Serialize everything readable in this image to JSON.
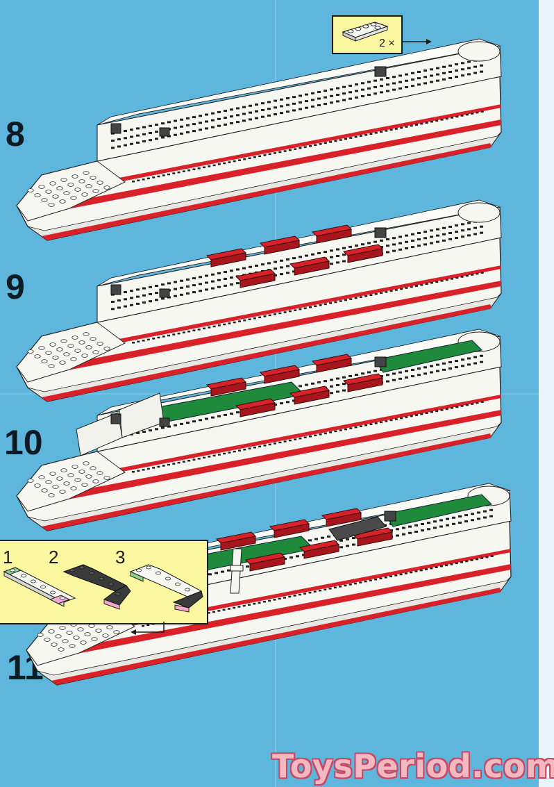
{
  "steps": [
    {
      "number": "8",
      "has_red_bricks": false,
      "has_green_decks": false,
      "has_funnel": false,
      "has_wing": false
    },
    {
      "number": "9",
      "has_red_bricks": true,
      "has_green_decks": false,
      "has_funnel": false,
      "has_wing": false
    },
    {
      "number": "10",
      "has_red_bricks": true,
      "has_green_decks": true,
      "has_funnel": false,
      "has_wing": true
    },
    {
      "number": "11",
      "has_red_bricks": true,
      "has_green_decks": true,
      "has_funnel": true,
      "has_wing": true
    }
  ],
  "callout_top": {
    "quantity": "2 ×"
  },
  "callout_sub": {
    "labels": [
      "1",
      "2",
      "3"
    ]
  },
  "watermark": "ToysPeriod.com",
  "colors": {
    "background": "#5fb6dd",
    "hull": "#f7f7f2",
    "stripe": "#d9212a",
    "deck_green": "#1f8a3c",
    "brick_red": "#d8222a",
    "window": "#202020",
    "callout": "#fbf7a0"
  }
}
